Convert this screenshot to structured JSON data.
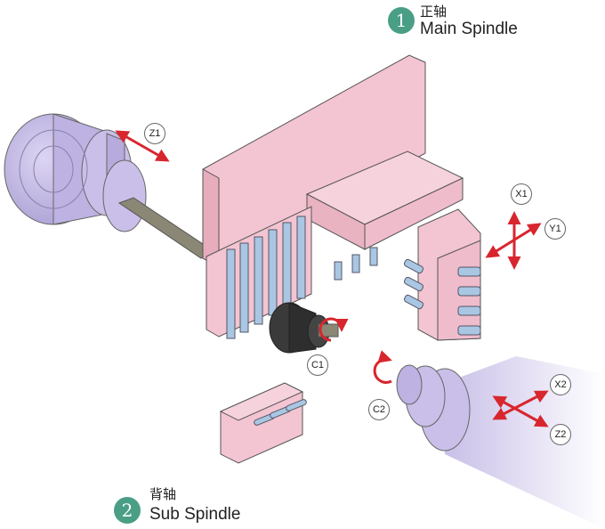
{
  "main_spindle": {
    "number": "1",
    "chinese": "正轴",
    "english": "Main Spindle"
  },
  "sub_spindle": {
    "number": "2",
    "chinese": "背轴",
    "english": "Sub Spindle"
  },
  "axes": {
    "z1": "Z1",
    "x1": "X1",
    "y1": "Y1",
    "c1": "C1",
    "c2": "C2",
    "x2": "X2",
    "z2": "Z2"
  },
  "colors": {
    "housing": "#f3c4d1",
    "spindle": "#c9bfe8",
    "arrow": "#d8262e",
    "badge": "#4a9e86",
    "tool_blue": "#a9c6e2"
  }
}
